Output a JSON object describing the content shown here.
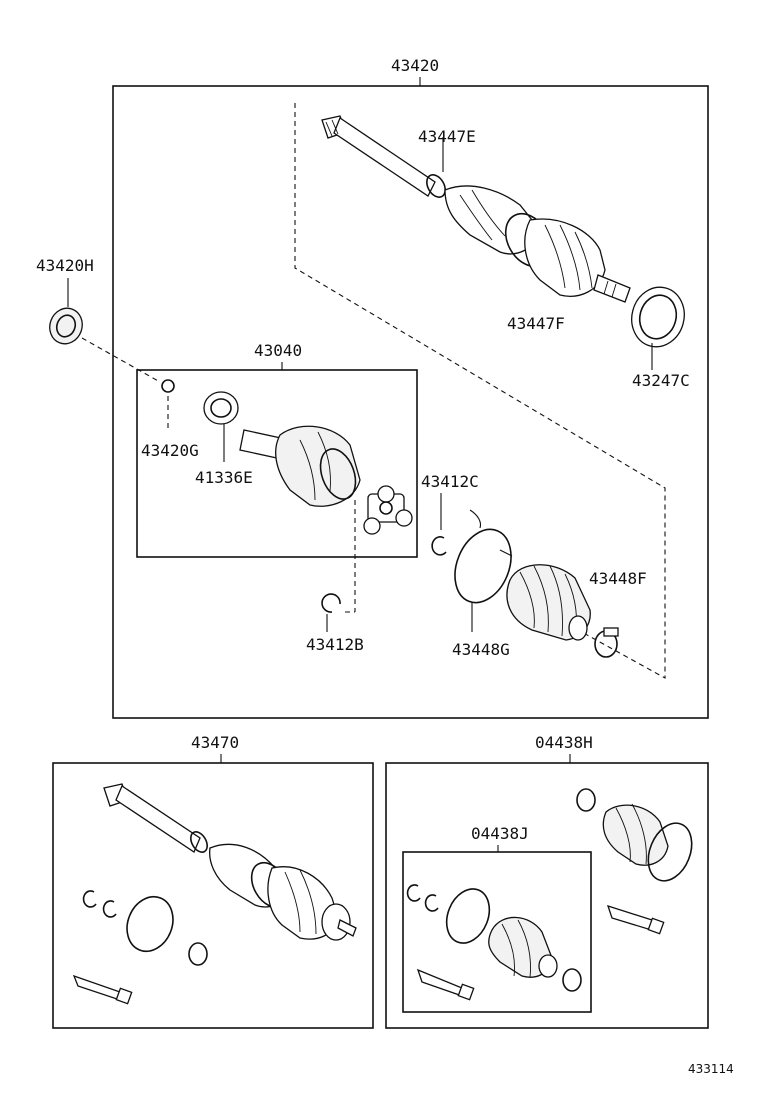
{
  "labels": {
    "assy_main": "43420",
    "boot_clamp_outer": "43447E",
    "boot_clamp_f": "43447F",
    "seal_c": "43247C",
    "seal_h": "43420H",
    "joint_inboard": "43040",
    "snap_ring_g": "43420G",
    "seal_e": "41336E",
    "snap_ring_c": "43412C",
    "snap_ring_b": "43412B",
    "boot_band_f": "43448F",
    "boot_band_g": "43448G",
    "assy_outboard": "43470",
    "boot_kit_h": "04438H",
    "boot_kit_j": "04438J"
  },
  "footer": {
    "figure_number": "433114"
  }
}
